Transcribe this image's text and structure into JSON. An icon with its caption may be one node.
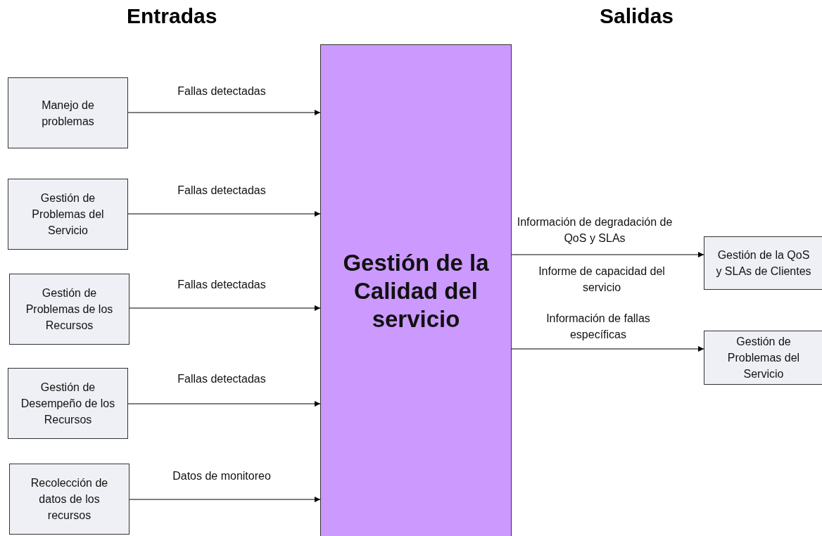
{
  "diagram": {
    "nodes": [
      {
        "text": [
          "Manejo de problemas"
        ]
      },
      {
        "text": [
          "Gestión de Problemas del Servicio"
        ]
      },
      {
        "text": [
          "Gestión de Problemas de los Recursos"
        ]
      },
      {
        "text": [
          "Gestión de Desempeño de los Recursos"
        ]
      },
      {
        "text": [
          "Recolección de datos de los recursos"
        ]
      },
      {
        "text": [
          "Gestión de la Calidad del servicio"
        ]
      },
      {
        "text": [
          "Gestión de la QoS y SLAs de Clientes"
        ]
      },
      {
        "text": [
          "Gestión de Problemas del Servicio"
        ]
      }
    ],
    "edges": [
      {
        "from": 0,
        "to": 5,
        "arrow": "to",
        "label": "Fallas detectadas"
      },
      {
        "from": 1,
        "to": 5,
        "arrow": "to",
        "label": "Fallas detectadas"
      },
      {
        "from": 2,
        "to": 5,
        "arrow": "to",
        "label": "Fallas detectadas"
      },
      {
        "from": 3,
        "to": 5,
        "arrow": "to",
        "label": "Fallas detectadas"
      },
      {
        "from": 4,
        "to": 5,
        "arrow": "to",
        "label": "Datos de monitoreo"
      },
      {
        "from": 5,
        "to": 6,
        "arrow": "to",
        "label": "Información de degradación de QoS y SLAs"
      },
      {
        "from": 5,
        "to": 7,
        "arrow": "to",
        "label": "Información de fallas específicas"
      }
    ],
    "labels": [
      "Entradas",
      "Salidas",
      "Informe de capacidad del servicio"
    ]
  }
}
